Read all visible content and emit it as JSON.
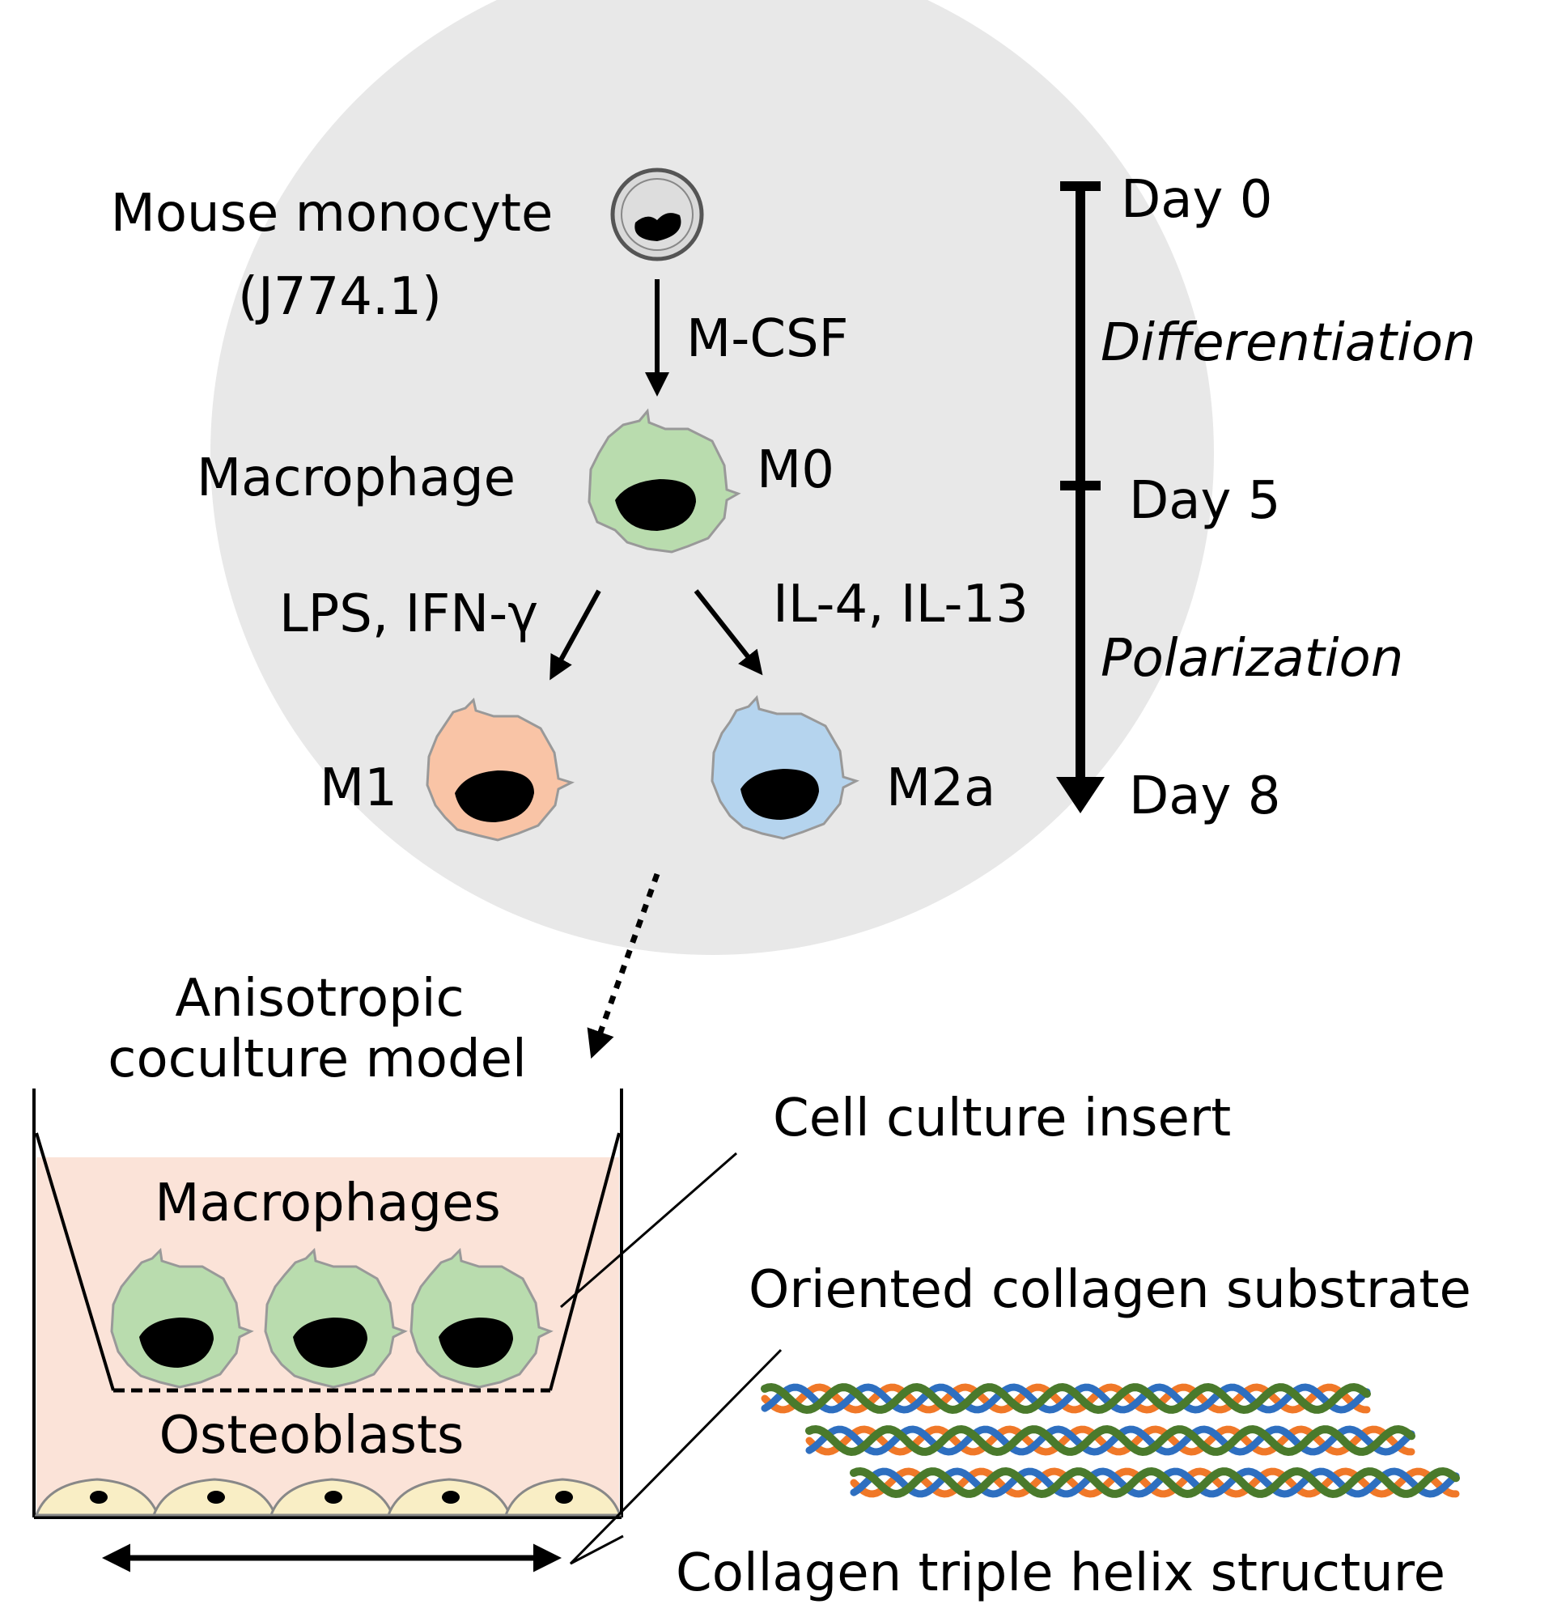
{
  "labels": {
    "mouse_monocyte": "Mouse monocyte",
    "cell_line": "(J774.1)",
    "mcsf": "M-CSF",
    "macrophage": "Macrophage",
    "m0": "M0",
    "m1_stimuli": "LPS, IFN-γ",
    "m2_stimuli": "IL-4, IL-13",
    "m1": "M1",
    "m2a": "M2a",
    "coculture_line1": "Anisotropic",
    "coculture_line2": "coculture model",
    "macrophages": "Macrophages",
    "osteoblasts": "Osteoblasts",
    "cell_culture_insert": "Cell culture insert",
    "oriented_substrate": "Oriented collagen substrate",
    "triple_helix": "Collagen triple helix structure"
  },
  "timeline": {
    "day0": "Day 0",
    "differentiation": "Differentiation",
    "day5": "Day 5",
    "polarization": "Polarization",
    "day8": "Day 8"
  },
  "colors": {
    "background_circle": "#e8e8e8",
    "monocyte": "#d9d9d9",
    "m0": "#b9dcae",
    "m1": "#f9c4a6",
    "m2a": "#b5d4ee",
    "medium": "#fbe3d8",
    "osteoblast": "#f9eec5",
    "helix_blue": "#2e6fc0",
    "helix_orange": "#f07828",
    "helix_green": "#4a7a2c"
  }
}
